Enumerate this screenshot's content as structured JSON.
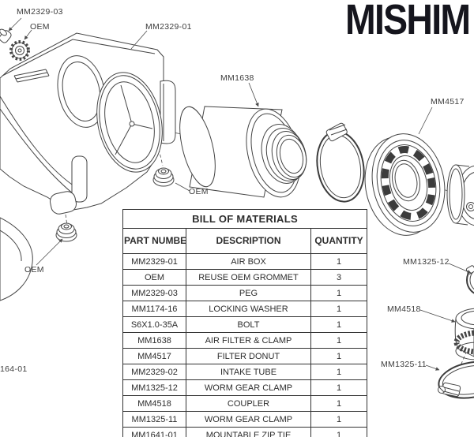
{
  "logo": {
    "text": "MISHIM"
  },
  "diagram": {
    "labels": {
      "peg": "MM2329-03",
      "oem_top": "OEM",
      "airbox": "MM2329-01",
      "filter": "MM1638",
      "donut": "MM4517",
      "oem_mid": "OEM",
      "oem_low": "OEM",
      "ziptie_partial": "164-01",
      "clamp_upper": "MM1325-12",
      "coupler": "MM4518",
      "clamp_lower": "MM1325-11"
    }
  },
  "bom": {
    "title": "BILL OF MATERIALS",
    "columns": {
      "part": "PART NUMBER",
      "desc": "DESCRIPTION",
      "qty": "QUANTITY"
    },
    "rows": [
      {
        "part": "MM2329-01",
        "desc": "AIR BOX",
        "qty": "1"
      },
      {
        "part": "OEM",
        "desc": "REUSE OEM GROMMET",
        "qty": "3"
      },
      {
        "part": "MM2329-03",
        "desc": "PEG",
        "qty": "1"
      },
      {
        "part": "MM1174-16",
        "desc": "LOCKING WASHER",
        "qty": "1"
      },
      {
        "part": "S6X1.0-35A",
        "desc": "BOLT",
        "qty": "1"
      },
      {
        "part": "MM1638",
        "desc": "AIR FILTER & CLAMP",
        "qty": "1"
      },
      {
        "part": "MM4517",
        "desc": "FILTER DONUT",
        "qty": "1"
      },
      {
        "part": "MM2329-02",
        "desc": "INTAKE TUBE",
        "qty": "1"
      },
      {
        "part": "MM1325-12",
        "desc": "WORM GEAR CLAMP",
        "qty": "1"
      },
      {
        "part": "MM4518",
        "desc": "COUPLER",
        "qty": "1"
      },
      {
        "part": "MM1325-11",
        "desc": "WORM GEAR CLAMP",
        "qty": "1"
      },
      {
        "part": "MM1641-01",
        "desc": "MOUNTABLE ZIP TIE",
        "qty": "1"
      }
    ]
  },
  "colors": {
    "line": "#454545",
    "logo": "#15151d",
    "table_border": "#333333"
  }
}
